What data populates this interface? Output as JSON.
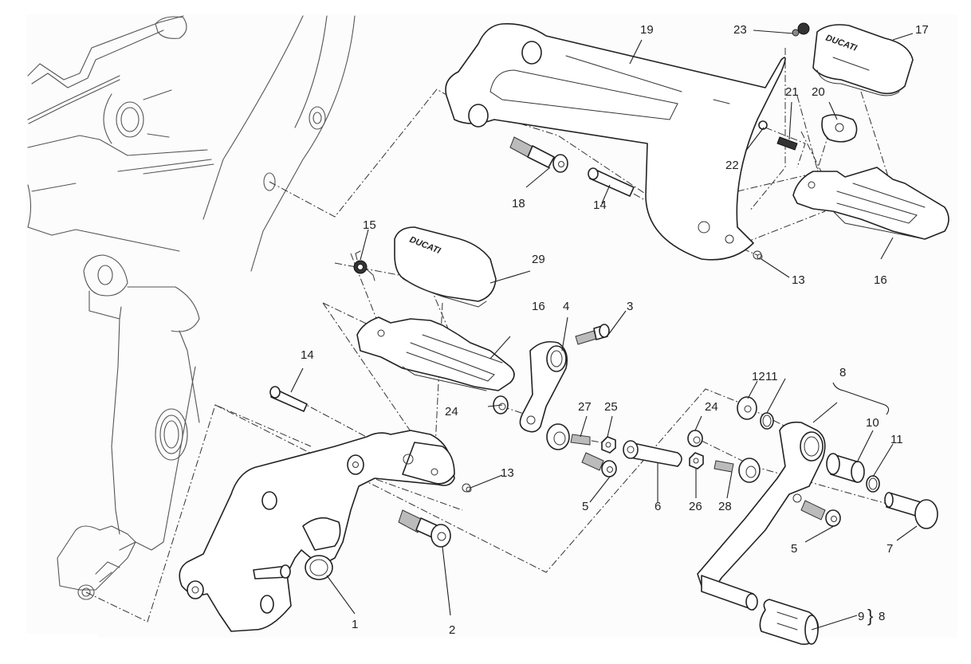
{
  "diagram": {
    "title": "Footpeg and gear-change lever assembly (exploded view)",
    "brand_mark": "DUCATI",
    "callouts": {
      "c1": "1",
      "c2": "2",
      "c3": "3",
      "c4": "4",
      "c5a": "5",
      "c5b": "5",
      "c6": "6",
      "c7": "7",
      "c8a": "8",
      "c8b": "8",
      "c9": "9",
      "c10": "10",
      "c11a": "11",
      "c11b": "11",
      "c12": "12",
      "c13a": "13",
      "c13b": "13",
      "c14a": "14",
      "c14b": "14",
      "c15": "15",
      "c16a": "16",
      "c16b": "16",
      "c17": "17",
      "c18": "18",
      "c19": "19",
      "c20": "20",
      "c21": "21",
      "c22": "22",
      "c23": "23",
      "c24a": "24",
      "c24b": "24",
      "c25": "25",
      "c26": "26",
      "c27": "27",
      "c28": "28",
      "c29": "29"
    },
    "brace_symbol": "}"
  }
}
